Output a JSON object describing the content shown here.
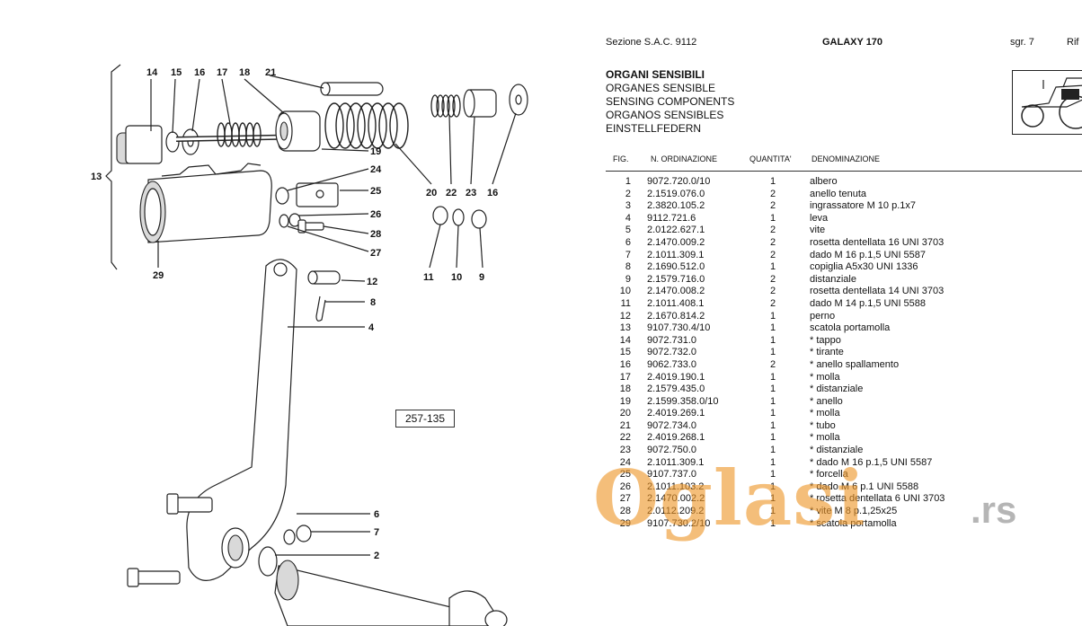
{
  "header": {
    "sezione": "Sezione S.A.C. 9112",
    "model": "GALAXY 170",
    "sgr": "sgr. 7",
    "rif": "Rif"
  },
  "titles": {
    "it": "ORGANI SENSIBILI",
    "fr": "ORGANES SENSIBLE",
    "en": "SENSING COMPONENTS",
    "es": "ORGANOS SENSIBLES",
    "de": "EINSTELLFEDERN"
  },
  "columns": {
    "fig": "FIG.",
    "ordine": "N. ORDINAZIONE",
    "quantita": "QUANTITA'",
    "denominazione": "DENOMINAZIONE"
  },
  "rows": [
    {
      "fig": "1",
      "ord": "9072.720.0/10",
      "qty": "1",
      "den": "albero"
    },
    {
      "fig": "2",
      "ord": "2.1519.076.0",
      "qty": "2",
      "den": "anello tenuta"
    },
    {
      "fig": "3",
      "ord": "2.3820.105.2",
      "qty": "2",
      "den": "ingrassatore M 10 p.1x7"
    },
    {
      "fig": "4",
      "ord": "9112.721.6",
      "qty": "1",
      "den": "leva"
    },
    {
      "fig": "5",
      "ord": "2.0122.627.1",
      "qty": "2",
      "den": "vite"
    },
    {
      "fig": "6",
      "ord": "2.1470.009.2",
      "qty": "2",
      "den": "rosetta dentellata 16 UNI 3703"
    },
    {
      "fig": "7",
      "ord": "2.1011.309.1",
      "qty": "2",
      "den": "dado M 16 p.1,5 UNI 5587"
    },
    {
      "fig": "8",
      "ord": "2.1690.512.0",
      "qty": "1",
      "den": "copiglia A5x30 UNI 1336"
    },
    {
      "fig": "9",
      "ord": "2.1579.716.0",
      "qty": "2",
      "den": "distanziale"
    },
    {
      "fig": "10",
      "ord": "2.1470.008.2",
      "qty": "2",
      "den": "rosetta dentellata 14 UNI 3703"
    },
    {
      "fig": "11",
      "ord": "2.1011.408.1",
      "qty": "2",
      "den": "dado M 14 p.1,5 UNI 5588"
    },
    {
      "fig": "12",
      "ord": "2.1670.814.2",
      "qty": "1",
      "den": "perno"
    },
    {
      "fig": "13",
      "ord": "9107.730.4/10",
      "qty": "1",
      "den": "scatola portamolla"
    },
    {
      "fig": "14",
      "ord": "9072.731.0",
      "qty": "1",
      "den": "* tappo"
    },
    {
      "fig": "15",
      "ord": "9072.732.0",
      "qty": "1",
      "den": "* tirante"
    },
    {
      "fig": "16",
      "ord": "9062.733.0",
      "qty": "2",
      "den": "* anello spallamento"
    },
    {
      "fig": "17",
      "ord": "2.4019.190.1",
      "qty": "1",
      "den": "* molla"
    },
    {
      "fig": "18",
      "ord": "2.1579.435.0",
      "qty": "1",
      "den": "* distanziale"
    },
    {
      "fig": "19",
      "ord": "2.1599.358.0/10",
      "qty": "1",
      "den": "* anello"
    },
    {
      "fig": "20",
      "ord": "2.4019.269.1",
      "qty": "1",
      "den": "* molla"
    },
    {
      "fig": "21",
      "ord": "9072.734.0",
      "qty": "1",
      "den": "* tubo"
    },
    {
      "fig": "22",
      "ord": "2.4019.268.1",
      "qty": "1",
      "den": "* molla"
    },
    {
      "fig": "23",
      "ord": "9072.750.0",
      "qty": "1",
      "den": "* distanziale"
    },
    {
      "fig": "24",
      "ord": "2.1011.309.1",
      "qty": "1",
      "den": "* dado M 16 p.1,5 UNI 5587"
    },
    {
      "fig": "25",
      "ord": "9107.737.0",
      "qty": "1",
      "den": "* forcella"
    },
    {
      "fig": "26",
      "ord": "2.1011.103.2",
      "qty": "1",
      "den": "* dado M 6 p.1 UNI 5588"
    },
    {
      "fig": "27",
      "ord": "2.1470.002.2",
      "qty": "1",
      "den": "* rosetta dentellata 6 UNI 3703"
    },
    {
      "fig": "28",
      "ord": "2.0112.209.2",
      "qty": "1",
      "den": "* vite M 8 p.1,25x25"
    },
    {
      "fig": "29",
      "ord": "9107.730.2/10",
      "qty": "1",
      "den": "* scatola portamolla"
    }
  ],
  "diagram": {
    "ref_code": "257-135",
    "callouts": [
      "14",
      "15",
      "16",
      "17",
      "18",
      "21",
      "13",
      "19",
      "24",
      "25",
      "26",
      "28",
      "27",
      "29",
      "12",
      "8",
      "4",
      "20",
      "22",
      "23",
      "16",
      "11",
      "10",
      "9",
      "6",
      "7",
      "2"
    ]
  },
  "watermark": {
    "brand": "Oglasi",
    "suffix": ".rs",
    "color": "#ee9628"
  }
}
